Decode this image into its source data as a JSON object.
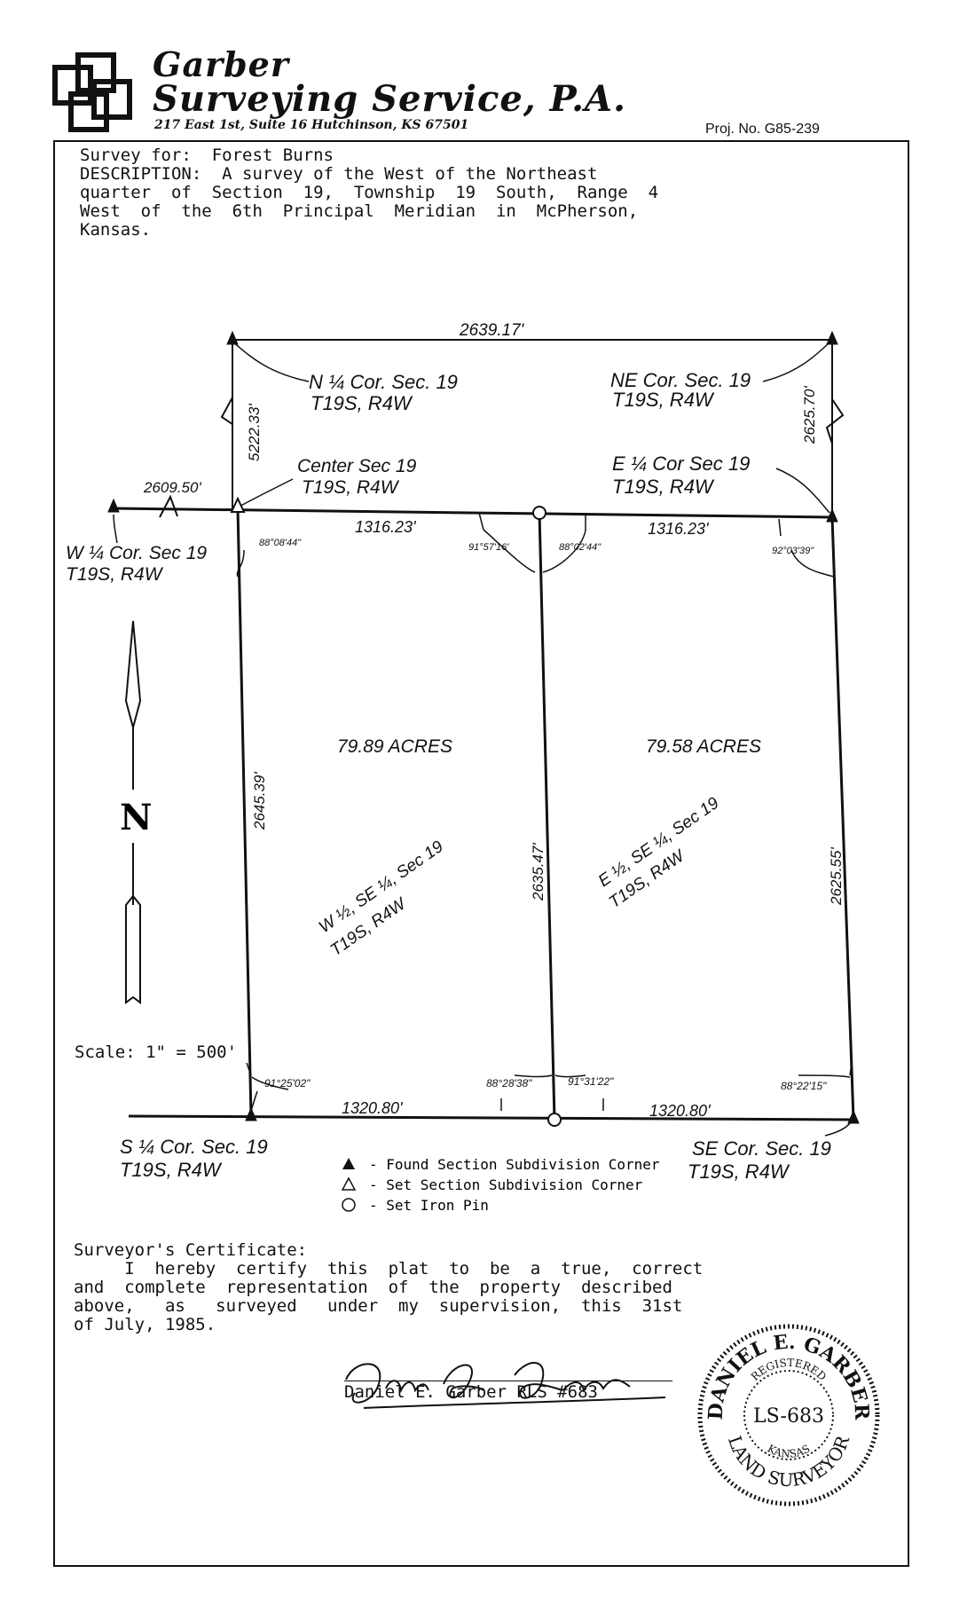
{
  "header": {
    "company_line1": "Garber",
    "company_line2": "Surveying Service, P.A.",
    "address": "217 East 1st, Suite 16 Hutchinson, KS 67501",
    "project_number": "Proj. No. G85-239"
  },
  "description": {
    "survey_for": "Survey for:  Forest Burns",
    "line1": "DESCRIPTION:  A survey of the West of the Northeast",
    "line2": "quarter  of  Section  19,  Township  19  South,  Range  4",
    "line3": "West  of  the  6th  Principal  Meridian  in  McPherson,",
    "line4": "Kansas."
  },
  "plat": {
    "dim_top": "2639.17'",
    "dim_north_west": "5222.33'",
    "dim_north_east": "2625.70'",
    "dim_west_offset": "2609.50'",
    "dim_mid_west": "1316.23'",
    "dim_mid_east": "1316.23'",
    "dim_left_side": "2645.39'",
    "dim_center_line": "2635.47'",
    "dim_right_side": "2625.55'",
    "dim_bottom_west": "1320.80'",
    "dim_bottom_east": "1320.80'",
    "angle_nw": "88°08'44\"",
    "angle_nc_w": "91°57'16'",
    "angle_nc_e": "88°02'44\"",
    "angle_ne": "92°03'39\"",
    "angle_sw": "91°25'02\"",
    "angle_sc_w": "88°28'38\"",
    "angle_sc_e": "91°31'22\"",
    "angle_se": "88°22'15\"",
    "label_n_quarter_1": "N ¼ Cor. Sec. 19",
    "label_n_quarter_2": "T19S, R4W",
    "label_ne_1": "NE Cor. Sec. 19",
    "label_ne_2": "T19S, R4W",
    "label_center_1": "Center Sec 19",
    "label_center_2": "T19S, R4W",
    "label_e_quarter_1": "E ¼ Cor Sec 19",
    "label_e_quarter_2": "T19S, R4W",
    "label_w_quarter_1": "W ¼ Cor. Sec 19",
    "label_w_quarter_2": "T19S, R4W",
    "label_s_quarter_1": "S ¼ Cor. Sec. 19",
    "label_s_quarter_2": "T19S, R4W",
    "label_se_1": "SE Cor. Sec. 19",
    "label_se_2": "T19S, R4W",
    "west_acres": "79.89 ACRES",
    "east_acres": "79.58 ACRES",
    "west_tract_1": "W ½, SE ¼, Sec 19",
    "west_tract_2": "T19S, R4W",
    "east_tract_1": "E ½, SE ¼, Sec 19",
    "east_tract_2": "T19S, R4W",
    "north_letter": "N",
    "scale": "Scale:  1\"  =  500'"
  },
  "legend": {
    "found": "- Found Section Subdivision Corner",
    "set": "- Set Section Subdivision Corner",
    "pin": "- Set Iron Pin"
  },
  "certificate": {
    "title": "Surveyor's Certificate:",
    "body": "     I  hereby  certify  this  plat  to  be  a  true,  correct\nand  complete  representation  of  the  property  described\nabove,   as   surveyed   under  my  supervision,  this  31st\nof July, 1985.",
    "signer": "Daniel E. Garber   RLS #683"
  },
  "seal": {
    "name": "DANIEL E. GARBER",
    "registered": "REGISTERED",
    "number": "LS-683",
    "state": "KANSAS",
    "title": "LAND SURVEYOR"
  }
}
